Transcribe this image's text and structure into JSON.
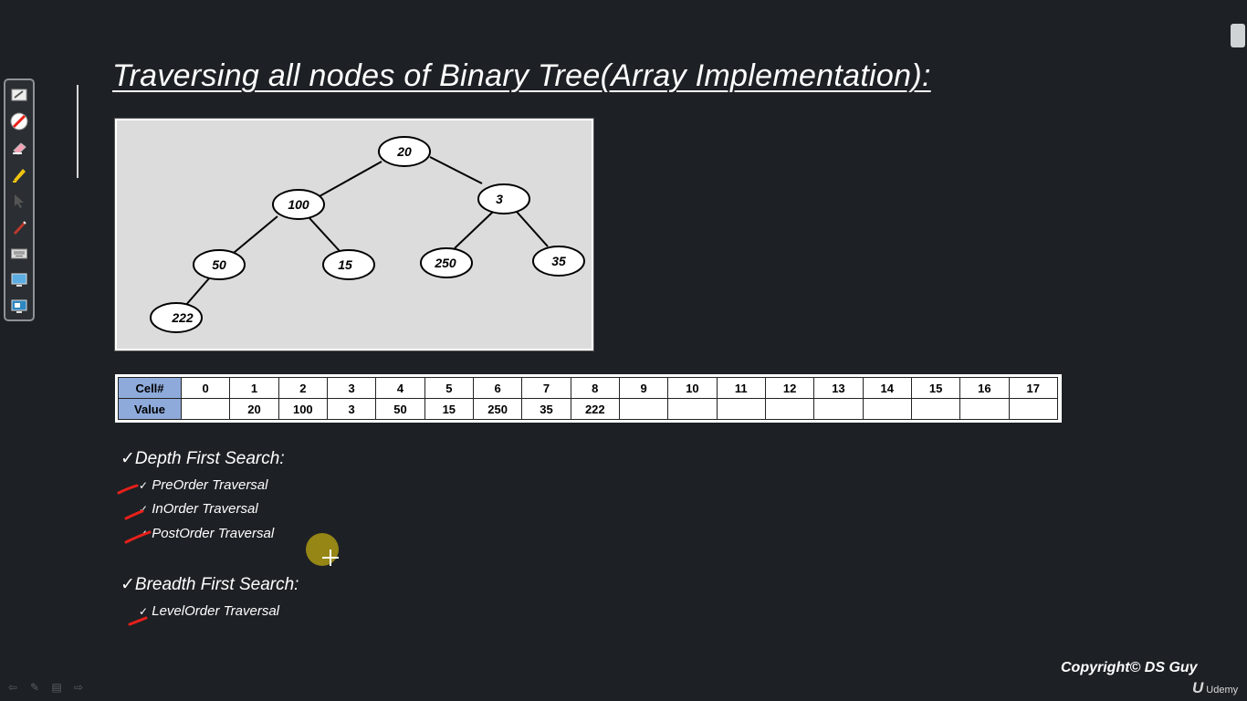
{
  "slide": {
    "title": "Traversing all nodes of Binary Tree(Array Implementation):",
    "tree": {
      "nodes": [
        "20",
        "100",
        "3",
        "50",
        "15",
        "250",
        "35",
        "222"
      ]
    },
    "array_table": {
      "row_labels": [
        "Cell#",
        "Value"
      ],
      "cells": [
        "0",
        "1",
        "2",
        "3",
        "4",
        "5",
        "6",
        "7",
        "8",
        "9",
        "10",
        "11",
        "12",
        "13",
        "14",
        "15",
        "16",
        "17"
      ],
      "values": [
        "",
        "20",
        "100",
        "3",
        "50",
        "15",
        "250",
        "35",
        "222",
        "",
        "",
        "",
        "",
        "",
        "",
        "",
        "",
        ""
      ]
    },
    "dfs": {
      "heading": "Depth First Search:",
      "items": [
        "PreOrder Traversal",
        "InOrder Traversal",
        "PostOrder Traversal"
      ]
    },
    "bfs": {
      "heading": "Breadth First Search:",
      "items": [
        "LevelOrder Traversal"
      ]
    },
    "check_glyph": "✓",
    "copyright": "Copyright© DS Guy"
  },
  "player": {
    "brand": "Udemy",
    "brand_mark": "U"
  },
  "toolbar": {
    "tools": [
      "whiteboard-icon",
      "no-pen-icon",
      "eraser-icon",
      "highlighter-icon",
      "pointer-icon",
      "pen-icon",
      "keyboard-icon",
      "screen-icon",
      "save-screen-icon"
    ]
  },
  "colors": {
    "background": "#1d2125",
    "table_header": "#8eaadb",
    "annotation_red": "#e8201a",
    "cursor": "#a39114"
  }
}
